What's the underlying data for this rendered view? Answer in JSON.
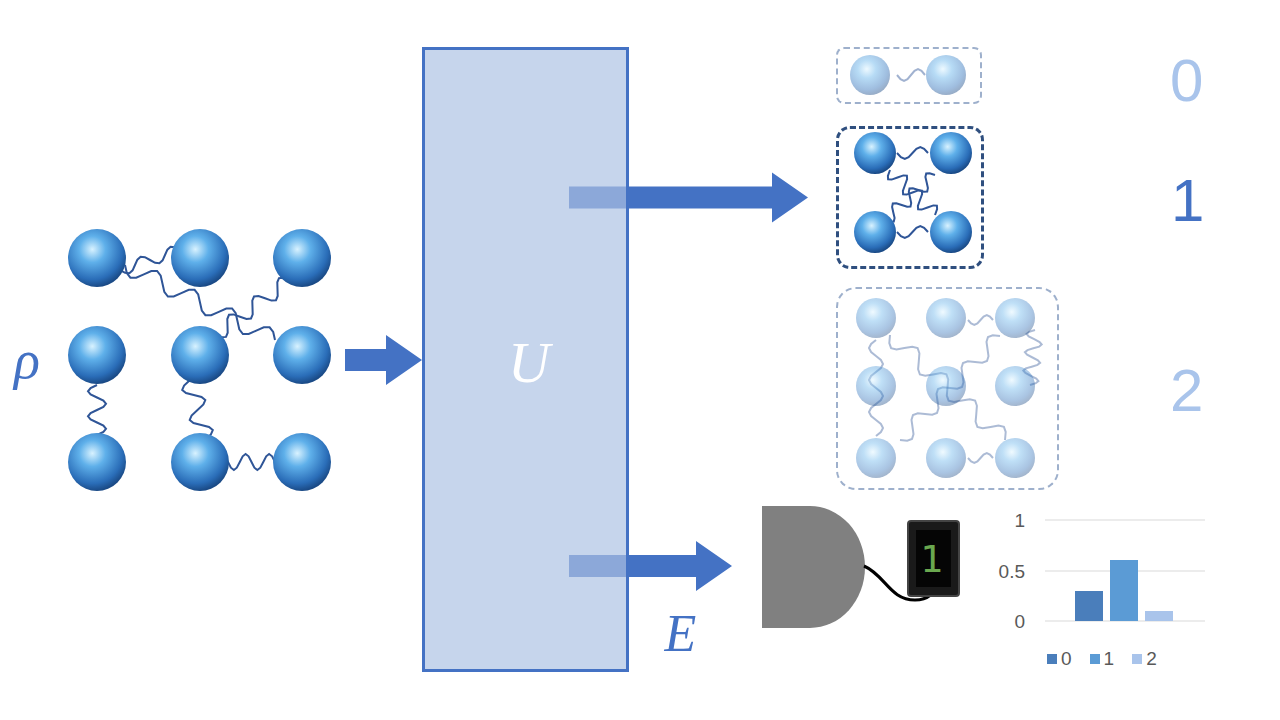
{
  "diagram": {
    "nodes": [
      {
        "text": [
          "ρ"
        ]
      },
      {
        "text": [
          "U"
        ]
      },
      {
        "text": [
          "0"
        ]
      },
      {
        "text": [
          "1"
        ]
      },
      {
        "text": [
          "2"
        ]
      },
      {
        "text": [
          "1"
        ]
      }
    ],
    "edges": [
      {
        "from": 0,
        "to": 1,
        "arrow": "to"
      },
      {
        "from": 1,
        "to": 3,
        "arrow": "to"
      },
      {
        "from": 1,
        "to": 5,
        "arrow": "to",
        "label": "E"
      }
    ],
    "labels": [
      "1",
      "0.5",
      "0"
    ],
    "legend": [
      {
        "text": "0",
        "color": "#4a7ebb"
      },
      {
        "text": "1",
        "color": "#5b9bd5"
      },
      {
        "text": "2",
        "color": "#a9c4eb"
      }
    ]
  }
}
